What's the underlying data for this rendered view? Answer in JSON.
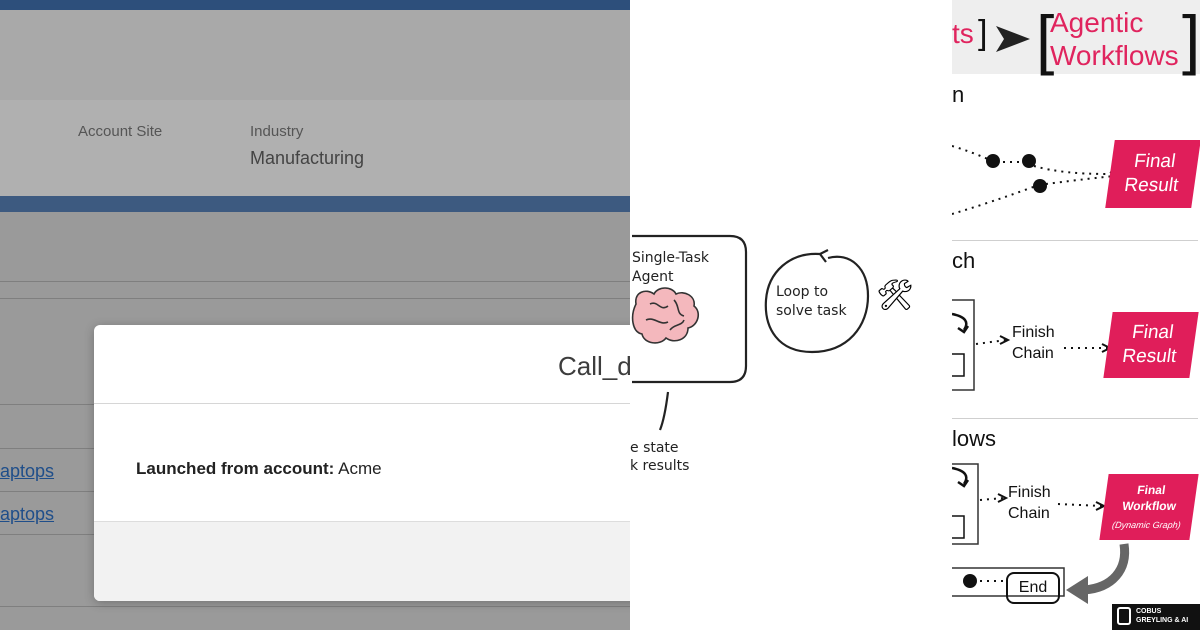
{
  "left_panel": {
    "fields": {
      "account_site_label": "Account Site",
      "industry_label": "Industry",
      "industry_value": "Manufacturing"
    },
    "related_links": [
      "aptops",
      "aptops"
    ],
    "modal": {
      "title": "Call_d",
      "launched_label": "Launched from account:",
      "launched_value": "Acme"
    }
  },
  "middle_panel": {
    "agent_label_line1": "Single-Task",
    "agent_label_line2": "Agent",
    "loop_line1": "Loop to",
    "loop_line2": "solve task",
    "state_line1": "e state",
    "state_line2": "k results",
    "tools_icon": "hammer-and-wrench-icon"
  },
  "right_panel": {
    "header_left": "ts",
    "header_right_line1": "Agentic",
    "header_right_line2": "Workflows",
    "sections": [
      "n",
      "ch",
      "lows"
    ],
    "final_result_line1": "Final",
    "final_result_line2": "Result",
    "finish_chain_line1": "Finish",
    "finish_chain_line2": "Chain",
    "final_workflow_line1": "Final",
    "final_workflow_line2": "Workflow",
    "final_workflow_sub": "(Dynamic Graph)",
    "end_label": "End",
    "brand": "COBUS GREYLING & AI",
    "accent_color": "#e01e5a"
  }
}
